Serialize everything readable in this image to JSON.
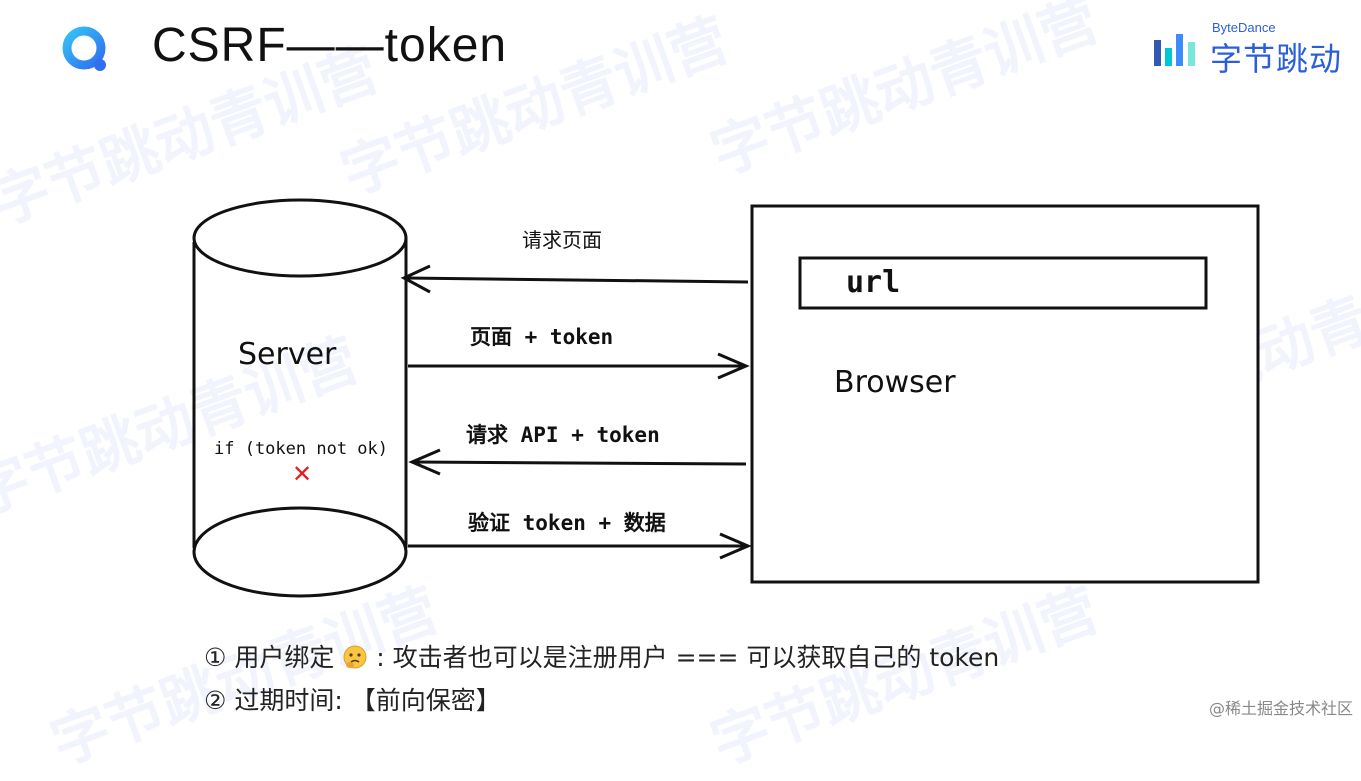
{
  "slide": {
    "title": "CSRF——token"
  },
  "brand": {
    "top_text": "ByteDance",
    "main_text": "字节跳动"
  },
  "watermark_text": "字节跳动青训营",
  "diagram": {
    "server_label": "Server",
    "server_condition": "if (token not ok)",
    "fail_mark": "✕",
    "browser_label": "Browser",
    "url_label": "url",
    "arrows": [
      {
        "label": "请求页面",
        "direction": "to-server"
      },
      {
        "label": "页面 + token",
        "direction": "to-browser"
      },
      {
        "label": "请求 API + token",
        "direction": "to-server"
      },
      {
        "label": "验证 token + 数据",
        "direction": "to-browser"
      }
    ]
  },
  "notes": [
    {
      "marker": "①",
      "pre": "用户绑定",
      "emoji": "thinking-face-icon",
      "post": ":  攻击者也可以是注册用户 === 可以获取自己的 token"
    },
    {
      "marker": "②",
      "pre": "过期时间:  【前向保密】"
    }
  ],
  "credit": "@稀土掘金技术社区",
  "colors": {
    "accent": "#2b5fd9",
    "fail": "#e02020",
    "ink": "#111111"
  }
}
